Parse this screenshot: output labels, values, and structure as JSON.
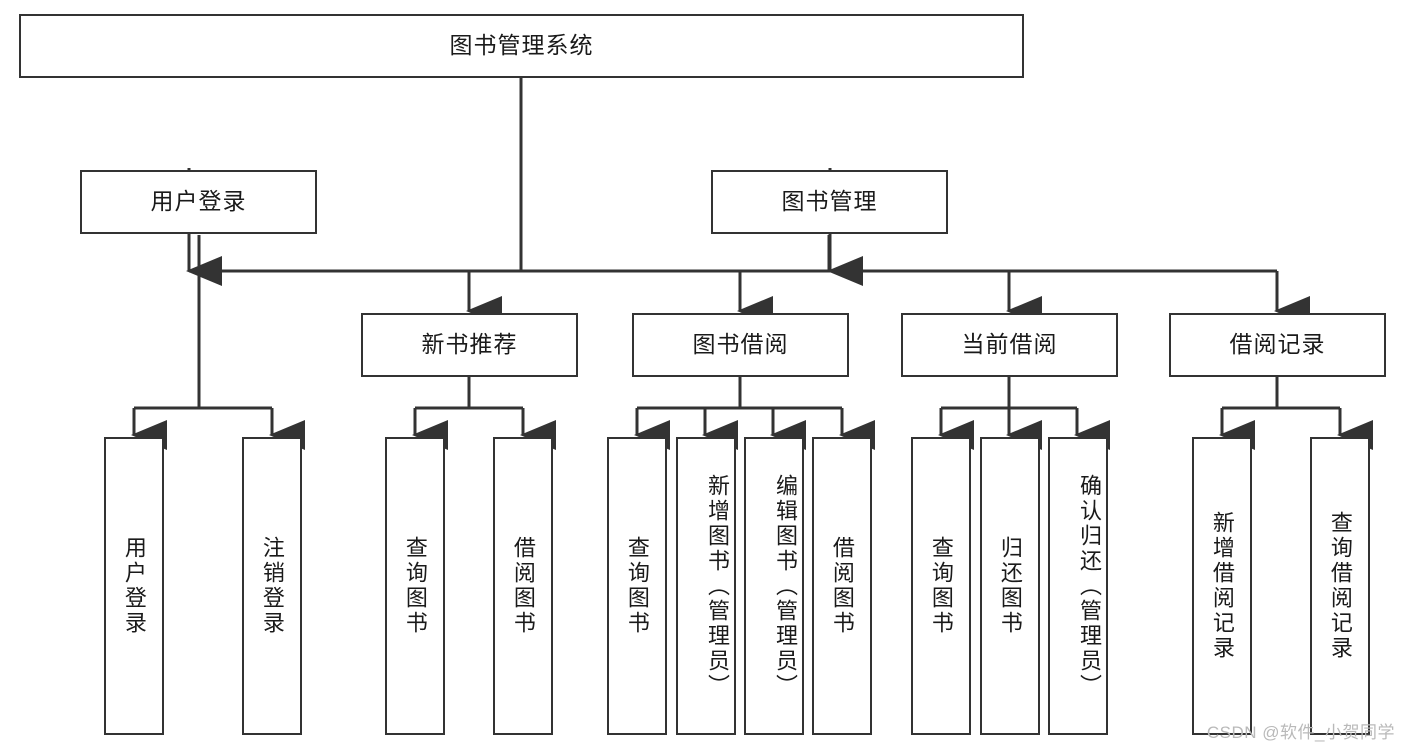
{
  "diagram": {
    "title": "图书管理系统",
    "type": "function-hierarchy-tree",
    "root": {
      "id": "root",
      "label": "图书管理系统"
    },
    "level2": [
      {
        "id": "user-login",
        "label": "用户登录"
      },
      {
        "id": "book-management",
        "label": "图书管理"
      }
    ],
    "level3": [
      {
        "id": "new-book-recommend",
        "label": "新书推荐",
        "parent": "book-management"
      },
      {
        "id": "book-borrow",
        "label": "图书借阅",
        "parent": "book-management"
      },
      {
        "id": "current-borrow",
        "label": "当前借阅",
        "parent": "book-management"
      },
      {
        "id": "borrow-record",
        "label": "借阅记录",
        "parent": "book-management"
      }
    ],
    "leaves": [
      {
        "id": "leaf-user-login",
        "label": "用户登录",
        "parent": "user-login"
      },
      {
        "id": "leaf-logout-login",
        "label": "注销登录",
        "parent": "user-login"
      },
      {
        "id": "leaf-query-book-1",
        "label": "查询图书",
        "parent": "new-book-recommend"
      },
      {
        "id": "leaf-borrow-book-1",
        "label": "借阅图书",
        "parent": "new-book-recommend"
      },
      {
        "id": "leaf-query-book-2",
        "label": "查询图书",
        "parent": "book-borrow"
      },
      {
        "id": "leaf-add-book",
        "label": "新增图书（管理员）",
        "parent": "book-borrow"
      },
      {
        "id": "leaf-edit-book",
        "label": "编辑图书（管理员）",
        "parent": "book-borrow"
      },
      {
        "id": "leaf-borrow-book-2",
        "label": "借阅图书",
        "parent": "book-borrow"
      },
      {
        "id": "leaf-query-book-3",
        "label": "查询图书",
        "parent": "current-borrow"
      },
      {
        "id": "leaf-return-book",
        "label": "归还图书",
        "parent": "current-borrow"
      },
      {
        "id": "leaf-confirm-return",
        "label": "确认归还（管理员）",
        "parent": "current-borrow"
      },
      {
        "id": "leaf-add-borrow-record",
        "label": "新增借阅记录",
        "parent": "borrow-record"
      },
      {
        "id": "leaf-query-borrow-record",
        "label": "查询借阅记录",
        "parent": "borrow-record"
      }
    ],
    "colors": {
      "border": "#333333",
      "text": "#1a1a1a",
      "background": "#ffffff",
      "connector": "#333333",
      "watermark": "#b9b9b9"
    }
  },
  "watermark": {
    "text": "CSDN @软件_小贺同学"
  }
}
